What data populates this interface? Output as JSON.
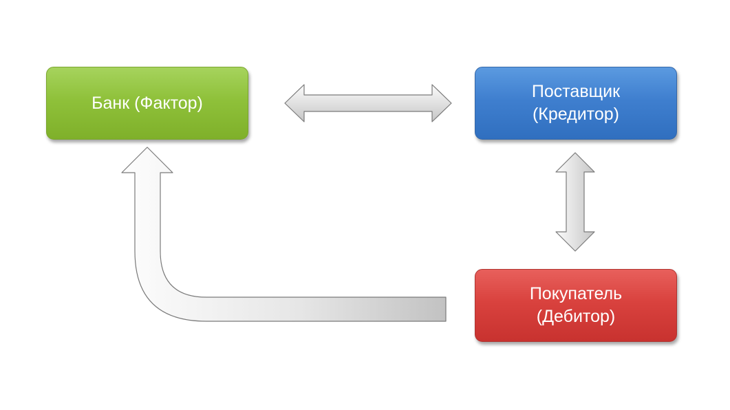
{
  "nodes": {
    "bank": {
      "line1": "Банк (Фактор)",
      "line2": ""
    },
    "supplier": {
      "line1": "Поставщик",
      "line2": "(Кредитор)"
    },
    "buyer": {
      "line1": "Покупатель",
      "line2": "(Дебитор)"
    }
  },
  "colors": {
    "bank": "#8fc13a",
    "supplier": "#3f7fcf",
    "buyer": "#d9423e",
    "arrow_fill_light": "#fbfbfb",
    "arrow_fill_dark": "#c6c6c6",
    "arrow_stroke": "#7a7a7a"
  },
  "connectors": [
    {
      "from": "bank",
      "to": "supplier",
      "direction": "both"
    },
    {
      "from": "supplier",
      "to": "buyer",
      "direction": "both"
    },
    {
      "from": "buyer",
      "to": "bank",
      "direction": "one-way"
    }
  ]
}
